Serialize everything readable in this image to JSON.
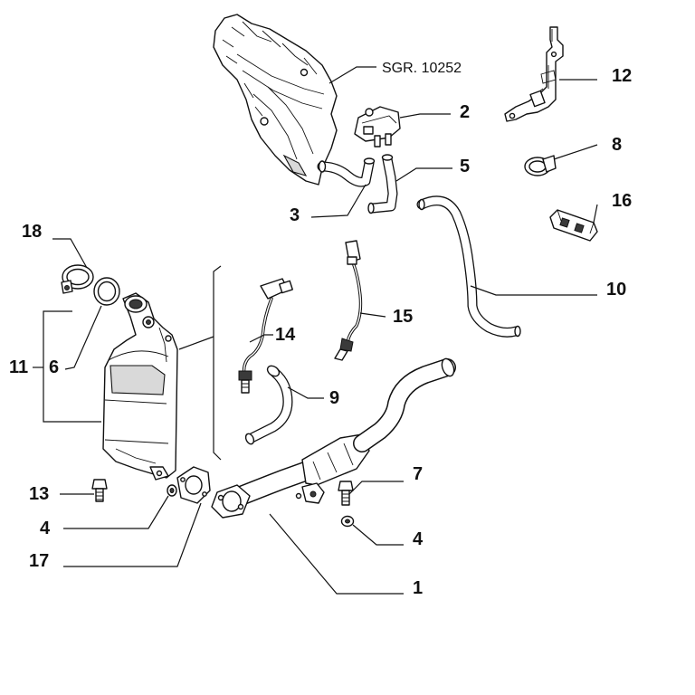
{
  "diagram": {
    "title": "Exhaust system exploded parts diagram",
    "reference_label": "SGR. 10252",
    "callouts": {
      "c1": "1",
      "c2": "2",
      "c3": "3",
      "c4a": "4",
      "c4b": "4",
      "c5": "5",
      "c6": "6",
      "c7": "7",
      "c8": "8",
      "c9": "9",
      "c10": "10",
      "c11": "11",
      "c12": "12",
      "c13": "13",
      "c14": "14",
      "c15": "15",
      "c16": "16",
      "c17": "17",
      "c18": "18"
    }
  }
}
